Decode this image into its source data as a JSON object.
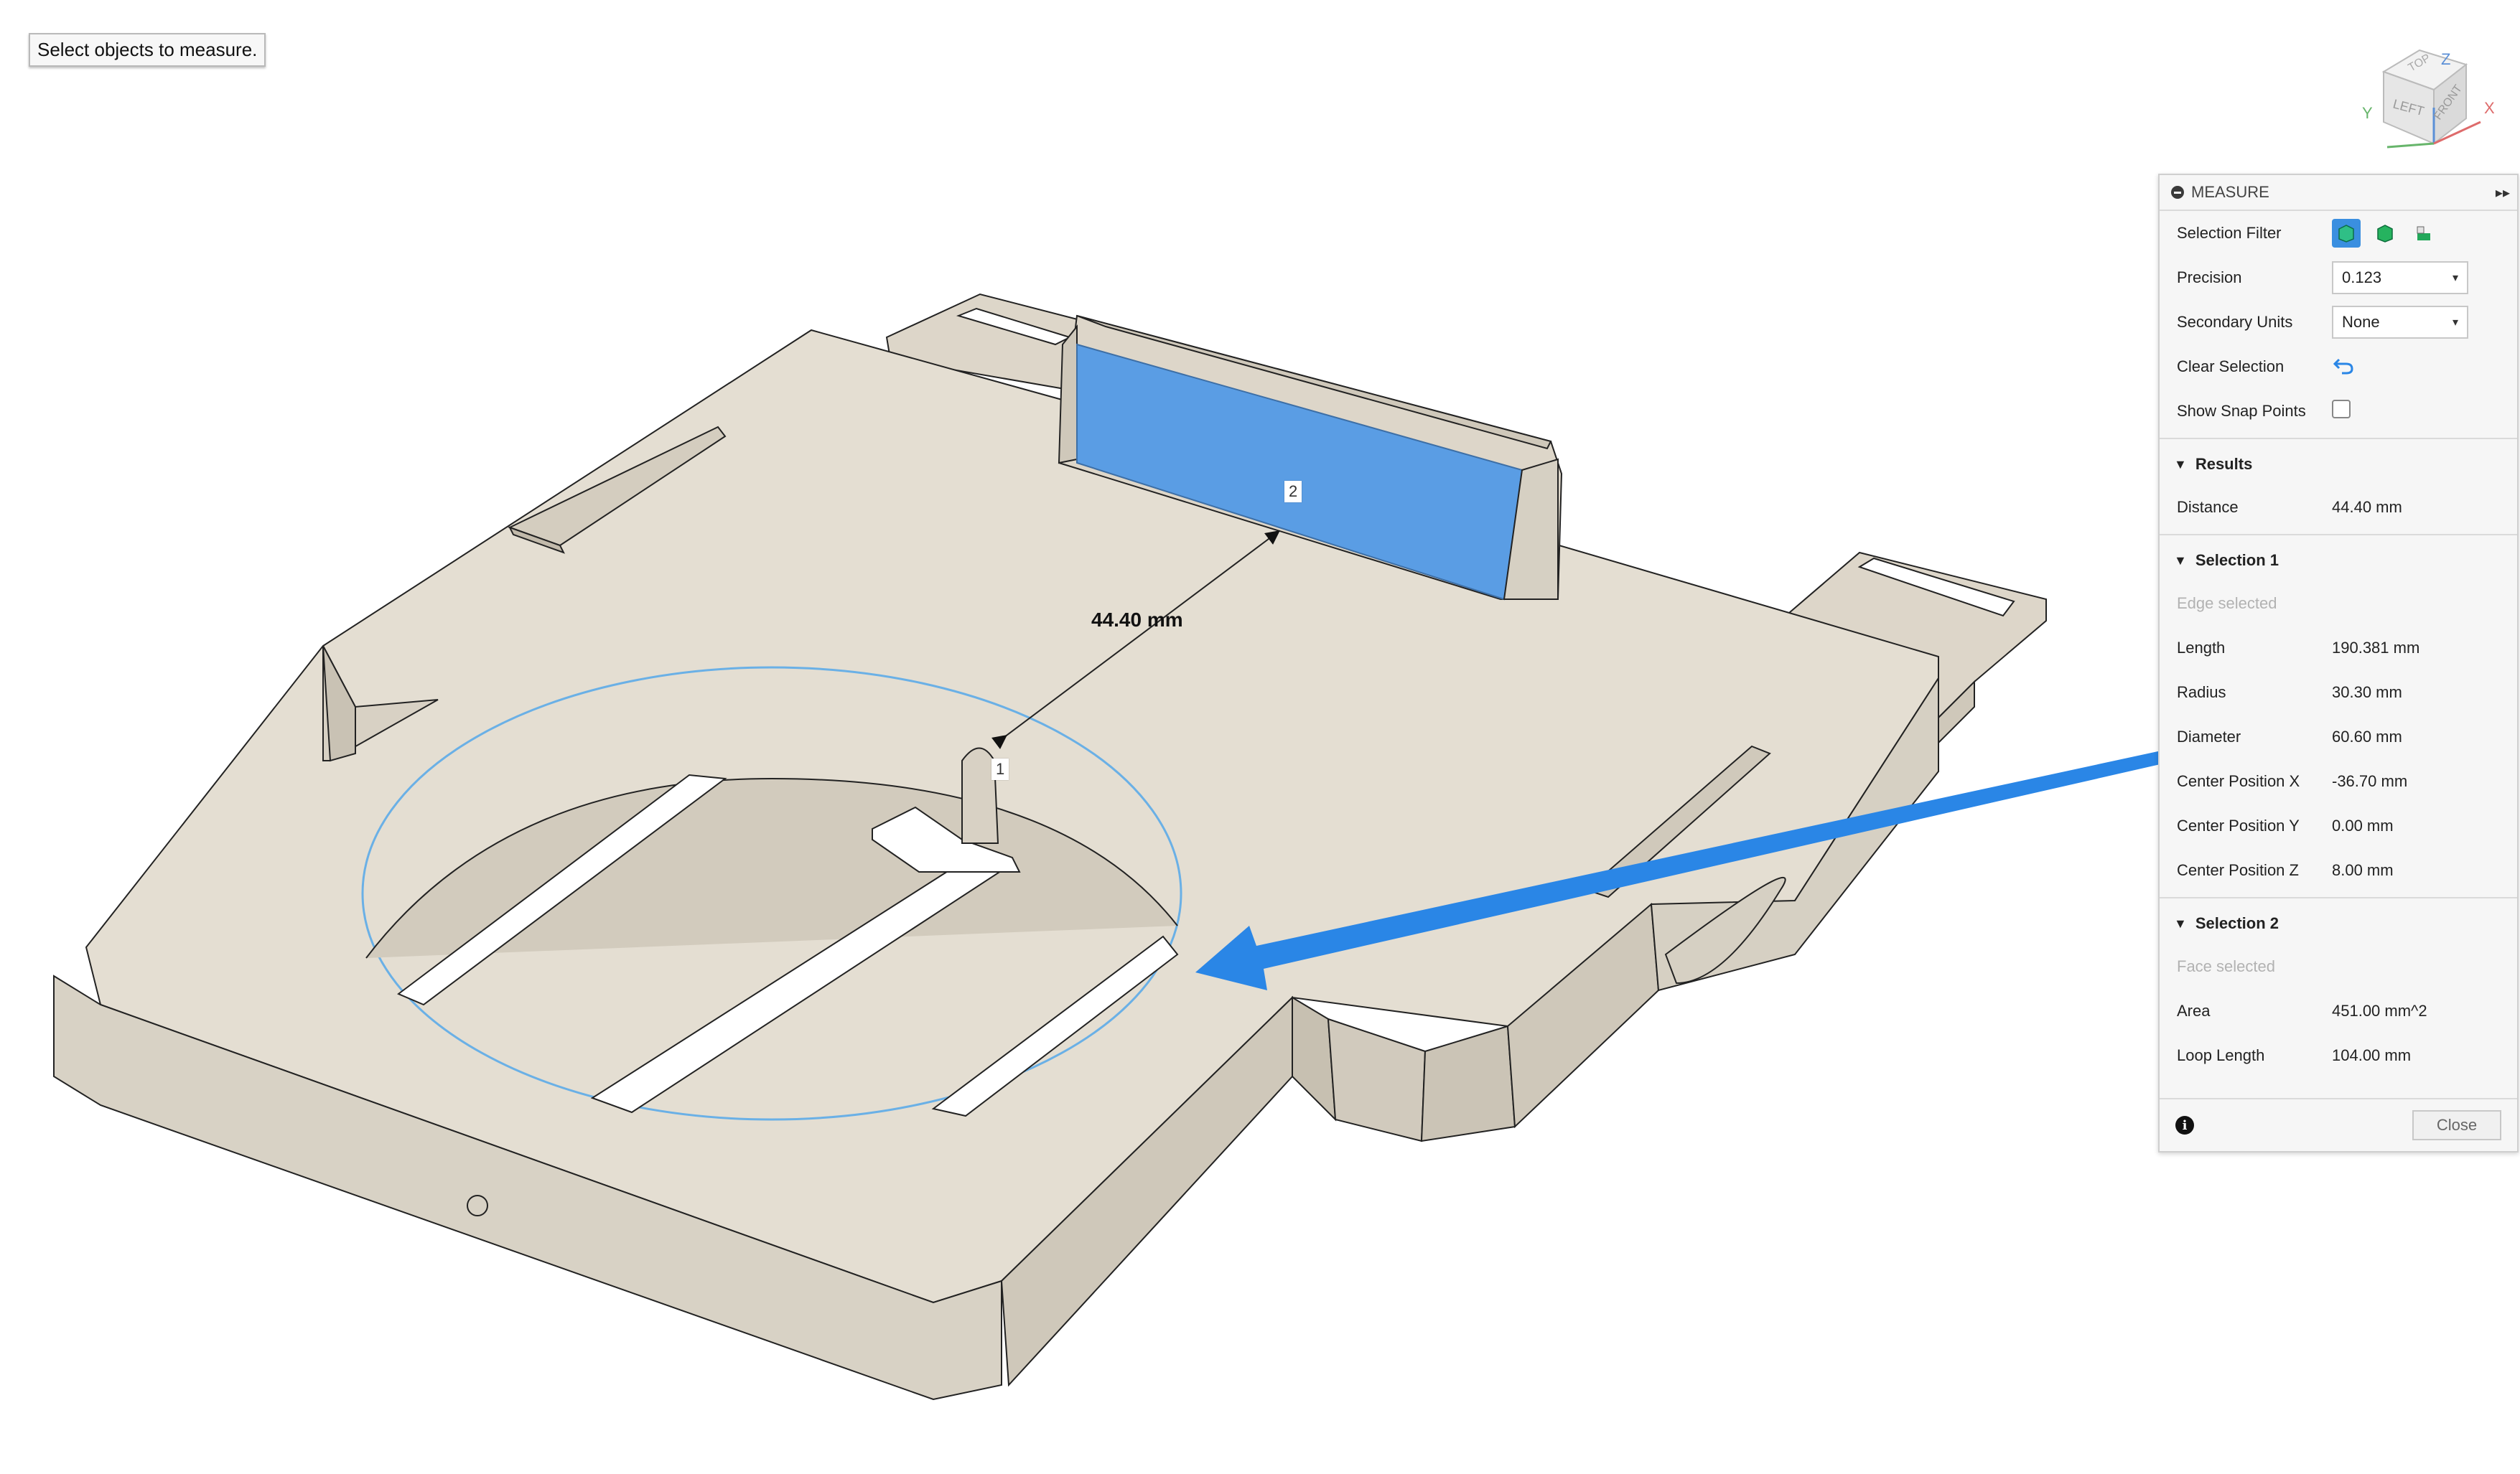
{
  "prompt": "Select objects to measure.",
  "dimension_label": "44.40 mm",
  "selection_tags": [
    "1",
    "2"
  ],
  "viewcube": {
    "top": "TOP",
    "left": "LEFT",
    "front": "FRONT",
    "axis_x": "X",
    "axis_y": "Y",
    "axis_z": "Z"
  },
  "panel": {
    "title": "MEASURE",
    "rows": {
      "selection_filter": "Selection Filter",
      "precision": "Precision",
      "precision_value": "0.123",
      "secondary_units": "Secondary Units",
      "secondary_units_value": "None",
      "clear_selection": "Clear Selection",
      "show_snap_points": "Show Snap Points"
    },
    "results": {
      "title": "Results",
      "distance_label": "Distance",
      "distance_value": "44.40 mm"
    },
    "selection1": {
      "title": "Selection 1",
      "subtitle": "Edge selected",
      "items": [
        {
          "label": "Length",
          "value": "190.381 mm"
        },
        {
          "label": "Radius",
          "value": "30.30 mm"
        },
        {
          "label": "Diameter",
          "value": "60.60 mm"
        },
        {
          "label": "Center Position X",
          "value": "-36.70 mm"
        },
        {
          "label": "Center Position Y",
          "value": "0.00 mm"
        },
        {
          "label": "Center Position Z",
          "value": "8.00 mm"
        }
      ]
    },
    "selection2": {
      "title": "Selection 2",
      "subtitle": "Face selected",
      "items": [
        {
          "label": "Area",
          "value": "451.00 mm^2"
        },
        {
          "label": "Loop Length",
          "value": "104.00 mm"
        }
      ]
    },
    "close_label": "Close"
  },
  "colors": {
    "part_face": "#e4ded2",
    "part_side": "#d6d0c3",
    "selection_blue": "#5a9de4",
    "arrow_blue": "#2a86e6",
    "edge_highlight": "#6ab0e6"
  }
}
